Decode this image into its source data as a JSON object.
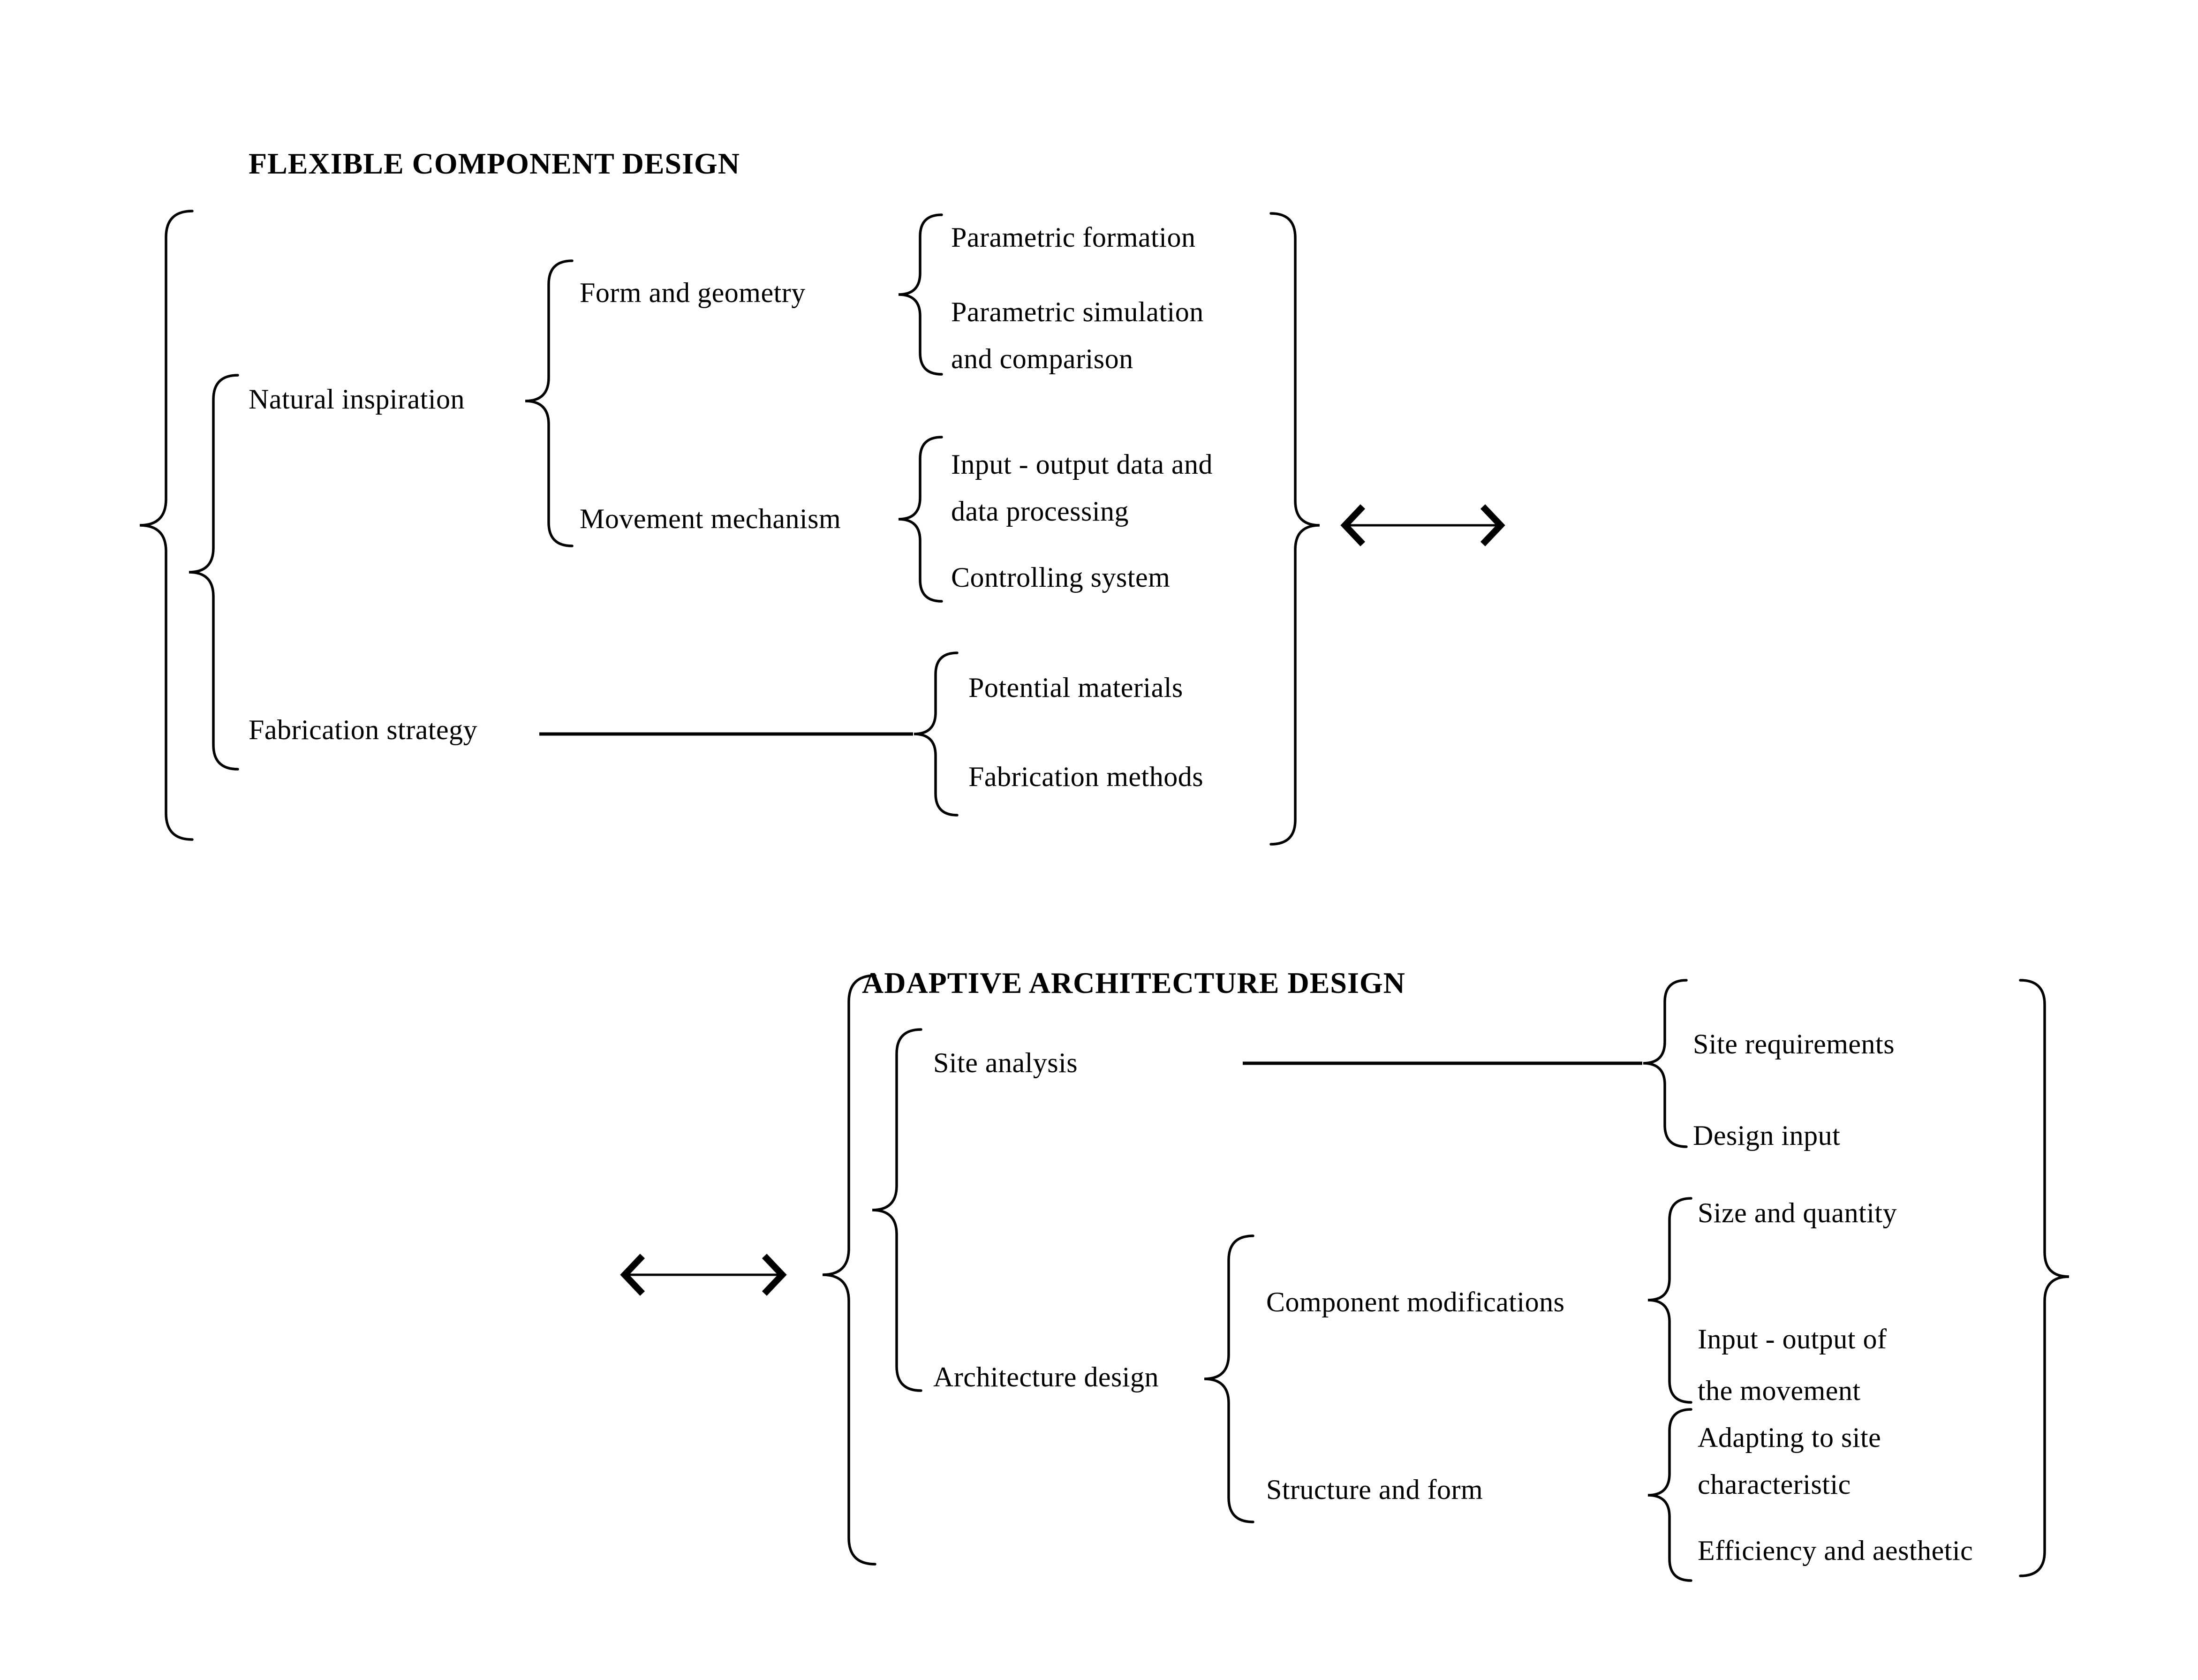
{
  "page": {
    "background": "#ffffff",
    "ink": "#000000"
  },
  "flexible": {
    "title": "FLEXIBLE COMPONENT DESIGN",
    "natural_inspiration": {
      "label": "Natural inspiration",
      "form_and_geometry": {
        "label": "Form and geometry",
        "parametric_formation": {
          "label": "Parametric formation"
        },
        "parametric_simulation": {
          "line1": "Parametric simulation",
          "line2": "and comparison"
        }
      },
      "movement_mechanism": {
        "label": "Movement mechanism",
        "io_data": {
          "line1": "Input - output data and",
          "line2": "data processing"
        },
        "controlling_system": {
          "label": "Controlling system"
        }
      }
    },
    "fabrication_strategy": {
      "label": "Fabrication strategy",
      "potential_materials": {
        "label": "Potential materials"
      },
      "fabrication_methods": {
        "label": "Fabrication methods"
      }
    }
  },
  "adaptive": {
    "title": "ADAPTIVE ARCHITECTURE DESIGN",
    "site_analysis": {
      "label": "Site analysis",
      "site_requirements": {
        "label": "Site requirements"
      },
      "design_input": {
        "label": "Design input"
      }
    },
    "architecture_design": {
      "label": "Architecture design",
      "component_modifications": {
        "label": "Component modifications",
        "size_and_quantity": {
          "label": "Size and quantity"
        },
        "io_movement": {
          "line1": "Input - output of",
          "line2": "the movement"
        }
      },
      "structure_and_form": {
        "label": "Structure and form",
        "adapting_to_site": {
          "line1": "Adapting to site",
          "line2": "characteristic"
        },
        "efficiency_aesthetic": {
          "label": "Efficiency and aesthetic"
        }
      }
    }
  },
  "icons": {
    "top_link_arrow": "double-headed-arrow",
    "bottom_link_arrow": "double-headed-arrow"
  }
}
